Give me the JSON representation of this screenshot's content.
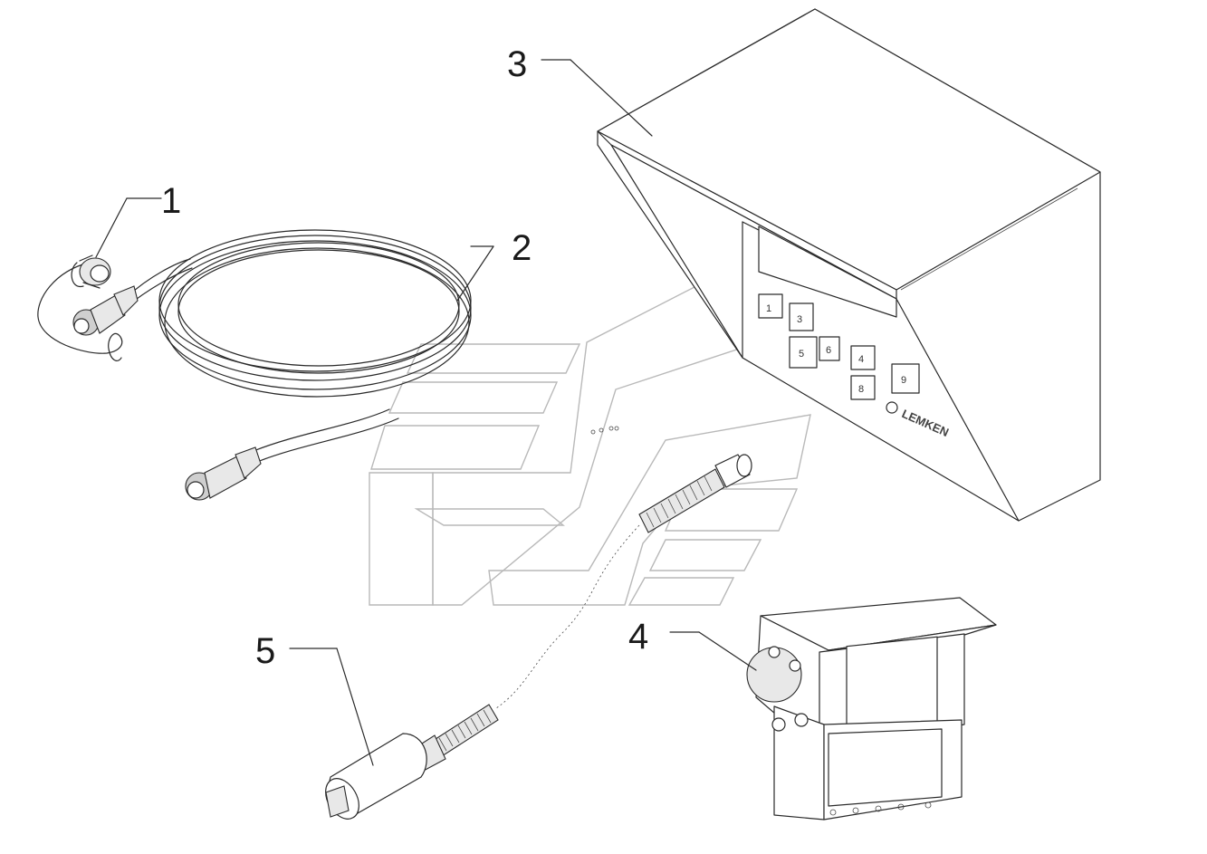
{
  "callouts": [
    {
      "id": "1",
      "label": "1"
    },
    {
      "id": "2",
      "label": "2"
    },
    {
      "id": "3",
      "label": "3"
    },
    {
      "id": "4",
      "label": "4"
    },
    {
      "id": "5",
      "label": "5"
    }
  ],
  "monitor_keys": [
    "1",
    "3",
    "5",
    "6",
    "4",
    "8",
    "9"
  ],
  "brand_text": "LEMKEN",
  "colors": {
    "line": "#2a2a2a",
    "watermark": "#b9b9b9",
    "background": "#ffffff"
  }
}
